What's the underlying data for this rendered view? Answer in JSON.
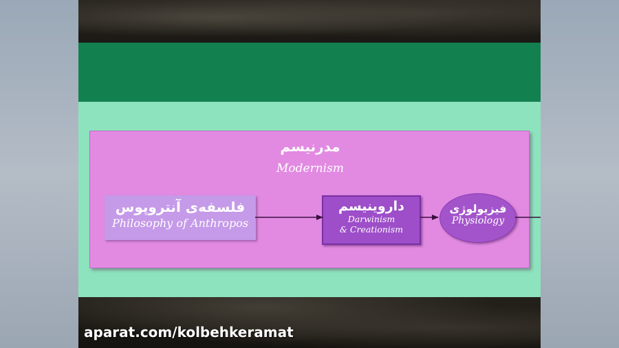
{
  "diagram": {
    "title_fa": "مدرنیسم",
    "title_en": "Modernism",
    "nodes": [
      {
        "id": "philosophy",
        "label_fa": "فلسفه‌ی آنتروپوس",
        "label_en": "Philosophy of Anthropos"
      },
      {
        "id": "darwinism",
        "label_fa": "داروینیسم",
        "label_en_line1": "Darwinism",
        "label_en_line2": "& Creationism"
      },
      {
        "id": "physiology",
        "label_fa": "فیزیولوژی",
        "label_en": "Physiology"
      }
    ],
    "edges": [
      {
        "from": "philosophy",
        "to": "darwinism"
      },
      {
        "from": "darwinism",
        "to": "physiology"
      },
      {
        "from": "physiology",
        "to": "offscreen-right"
      }
    ]
  },
  "watermark": "aparat.com/kolbehkeramat",
  "colors": {
    "green_band": "#13804f",
    "mint_band": "#8de3bd",
    "panel_pink": "#e28ae2",
    "box_light_purple": "#c59ae8",
    "box_purple": "#9d4ec8"
  }
}
